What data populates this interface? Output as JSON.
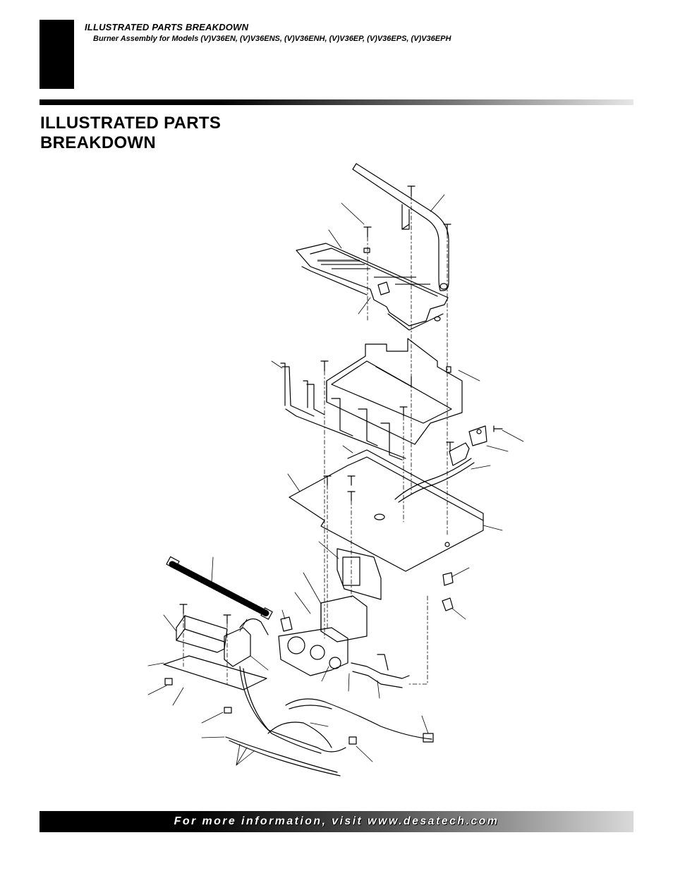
{
  "header": {
    "title": "ILLUSTRATED PARTS BREAKDOWN",
    "subtitle": "Burner Assembly for Models (V)V36EN, (V)V36ENS, (V)V36ENH, (V)V36EP, (V)V36EPS, (V)V36EPH"
  },
  "page_heading": {
    "line1": "ILLUSTRATED PARTS",
    "line2": "BREAKDOWN"
  },
  "footer": {
    "text": "For more information, visit www.desatech.com"
  },
  "colors": {
    "ink": "#000000",
    "paper": "#ffffff"
  }
}
